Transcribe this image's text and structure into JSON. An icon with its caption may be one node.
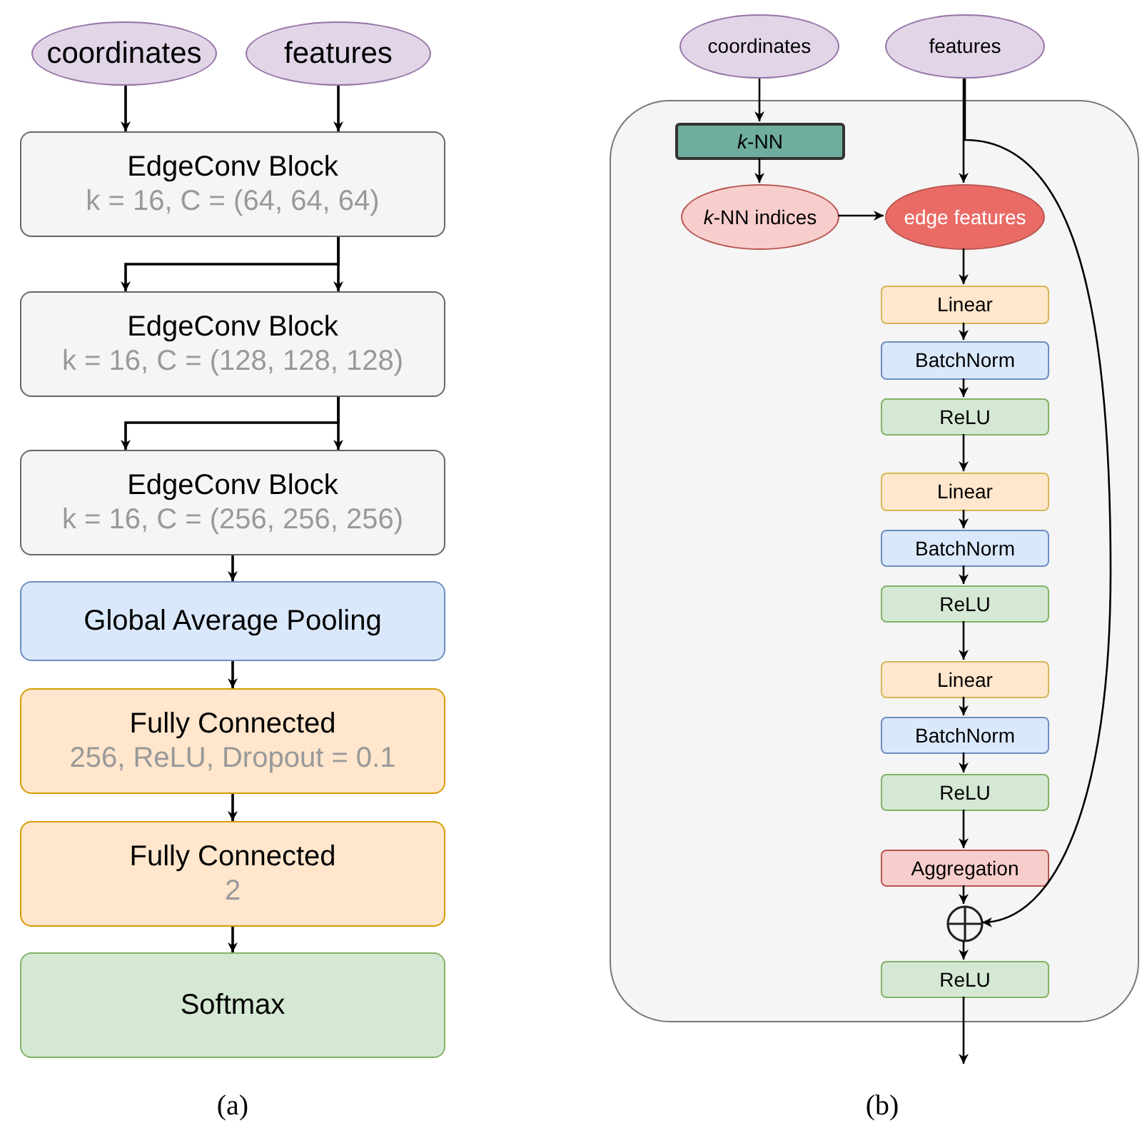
{
  "diagram": {
    "nodes": [
      {
        "text": [
          "coordinates"
        ]
      },
      {
        "text": [
          "features"
        ]
      },
      {
        "text": [
          "EdgeConv Block",
          "k = 16, C = (64, 64, 64)"
        ]
      },
      {
        "text": [
          "EdgeConv Block",
          "k = 16, C = (128, 128, 128)"
        ]
      },
      {
        "text": [
          "EdgeConv Block",
          "k = 16, C = (256, 256, 256)"
        ]
      },
      {
        "text": [
          "Global Average Pooling"
        ]
      },
      {
        "text": [
          "Fully Connected",
          "256, ReLU, Dropout = 0.1"
        ]
      },
      {
        "text": [
          "Fully Connected",
          "2"
        ]
      },
      {
        "text": [
          "Softmax"
        ]
      },
      {
        "text": [
          "coordinates"
        ]
      },
      {
        "text": [
          "features"
        ]
      },
      {
        "text": [],
        "shape": "box"
      },
      {
        "text": [
          "*k*-NN"
        ],
        "in": 11
      },
      {
        "text": [
          "*k*-NN indices"
        ],
        "in": 11
      },
      {
        "text": [
          "edge features"
        ],
        "in": 11
      },
      {
        "text": [
          "Linear"
        ],
        "in": 11
      },
      {
        "text": [
          "BatchNorm"
        ],
        "in": 11
      },
      {
        "text": [
          "ReLU"
        ],
        "in": 11
      },
      {
        "text": [
          "Linear"
        ],
        "in": 11
      },
      {
        "text": [
          "BatchNorm"
        ],
        "in": 11
      },
      {
        "text": [
          "ReLU"
        ],
        "in": 11
      },
      {
        "text": [
          "Linear"
        ],
        "in": 11
      },
      {
        "text": [
          "BatchNorm"
        ],
        "in": 11
      },
      {
        "text": [
          "ReLU"
        ],
        "in": 11
      },
      {
        "text": [
          "Aggregation"
        ],
        "in": 11
      },
      {
        "text": [],
        "shape": "circle",
        "in": 11
      },
      {
        "text": [
          "ReLU"
        ],
        "in": 11
      }
    ],
    "edges": [
      {
        "from": 0,
        "to": 2,
        "arrow": "to"
      },
      {
        "from": 1,
        "to": 2,
        "arrow": "to"
      },
      {
        "from": 2,
        "to": 3,
        "arrow": "to"
      },
      {
        "from": 2,
        "to": 3,
        "arrow": "to"
      },
      {
        "from": 3,
        "to": 4,
        "arrow": "to"
      },
      {
        "from": 3,
        "to": 4,
        "arrow": "to"
      },
      {
        "from": 4,
        "to": 5,
        "arrow": "to"
      },
      {
        "from": 5,
        "to": 6,
        "arrow": "to"
      },
      {
        "from": 6,
        "to": 7,
        "arrow": "to"
      },
      {
        "from": 7,
        "to": 8,
        "arrow": "to"
      },
      {
        "from": 9,
        "to": 12,
        "arrow": "to"
      },
      {
        "from": 12,
        "to": 13,
        "arrow": "to"
      },
      {
        "from": 13,
        "to": 14,
        "arrow": "to"
      },
      {
        "from": 10,
        "to": 14,
        "arrow": "to"
      },
      {
        "from": 10,
        "to": 25,
        "arrow": "to"
      },
      {
        "from": 14,
        "to": 15,
        "arrow": "to"
      },
      {
        "from": 15,
        "to": 16,
        "arrow": "to"
      },
      {
        "from": 16,
        "to": 17,
        "arrow": "to"
      },
      {
        "from": 17,
        "to": 18,
        "arrow": "to"
      },
      {
        "from": 18,
        "to": 19,
        "arrow": "to"
      },
      {
        "from": 19,
        "to": 20,
        "arrow": "to"
      },
      {
        "from": 20,
        "to": 21,
        "arrow": "to"
      },
      {
        "from": 21,
        "to": 22,
        "arrow": "to"
      },
      {
        "from": 22,
        "to": 23,
        "arrow": "to"
      },
      {
        "from": 23,
        "to": 24,
        "arrow": "to"
      },
      {
        "from": 24,
        "to": 25,
        "arrow": "to"
      },
      {
        "from": 25,
        "to": 26,
        "arrow": "to"
      },
      {
        "from": 26,
        "to": null,
        "arrow": "to"
      }
    ],
    "labels": [
      "(a)",
      "(b)"
    ]
  }
}
